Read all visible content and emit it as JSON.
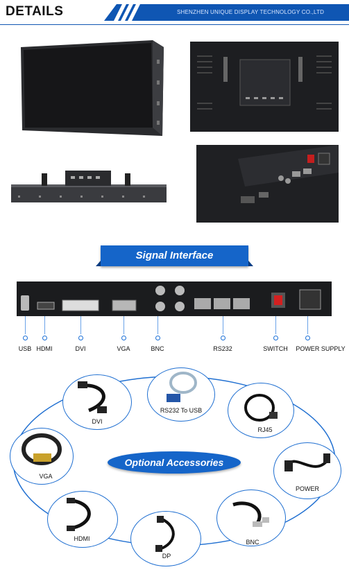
{
  "header": {
    "title": "DETAILS",
    "company": "SHENZHEN UNIQUE DISPLAY TECHNOLOGY CO.,LTD",
    "accent_color": "#0f56b3"
  },
  "signal_section": {
    "title": "Signal Interface",
    "ports": [
      {
        "label": "USB"
      },
      {
        "label": "HDMI"
      },
      {
        "label": "DVI"
      },
      {
        "label": "VGA"
      },
      {
        "label": "BNC"
      },
      {
        "label": "RS232"
      },
      {
        "label": "SWITCH"
      },
      {
        "label": "POWER SUPPLY"
      }
    ]
  },
  "accessories_section": {
    "title": "Optional Accessories",
    "items": [
      {
        "label": "DVI"
      },
      {
        "label": "RS232 To USB"
      },
      {
        "label": "RJ45"
      },
      {
        "label": "VGA"
      },
      {
        "label": "POWER"
      },
      {
        "label": "HDMI"
      },
      {
        "label": "BNC"
      },
      {
        "label": "DP"
      }
    ]
  }
}
